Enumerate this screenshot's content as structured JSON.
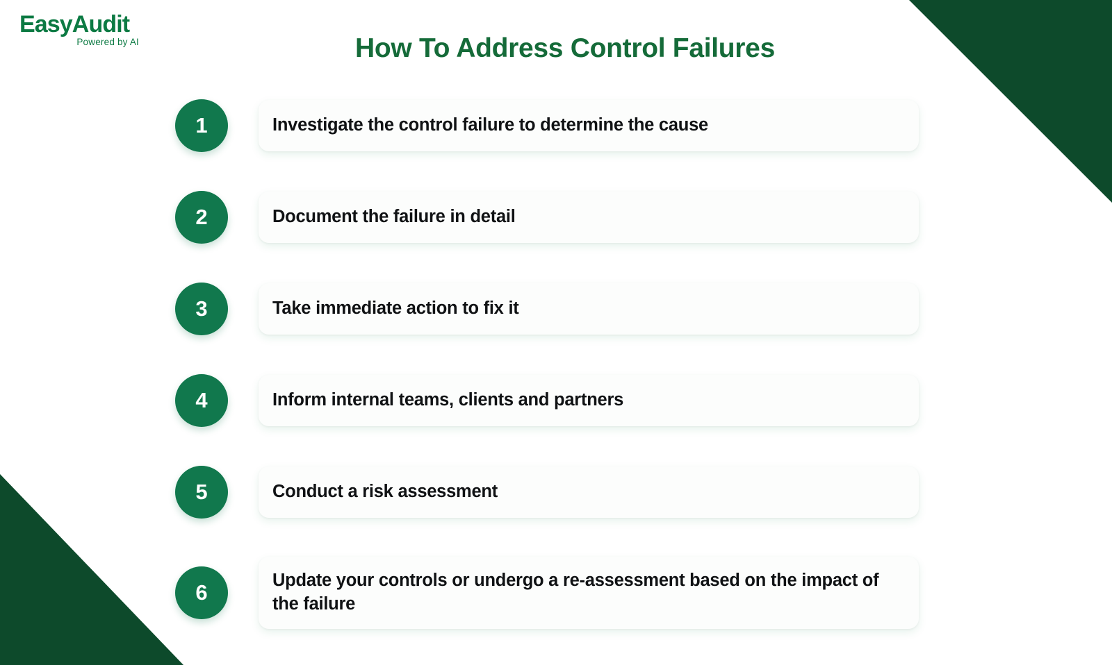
{
  "brand": {
    "name": "EasyAudit",
    "tagline": "Powered by AI",
    "color": "#0c7a43"
  },
  "header": {
    "title": "How To Address Control Failures",
    "title_color": "#156b39"
  },
  "theme": {
    "badge_green": "#11784d",
    "corner_dark_green": "#0d4a2b",
    "card_background": "#fcfdfc",
    "text_color": "#101214"
  },
  "steps": [
    {
      "number": "1",
      "text": "Investigate the control failure to determine the cause"
    },
    {
      "number": "2",
      "text": "Document the failure in detail"
    },
    {
      "number": "3",
      "text": "Take immediate action to fix it"
    },
    {
      "number": "4",
      "text": "Inform internal teams, clients and partners"
    },
    {
      "number": "5",
      "text": "Conduct a risk assessment"
    },
    {
      "number": "6",
      "text": "Update your controls or undergo a re-assessment based on the impact of the failure"
    }
  ]
}
